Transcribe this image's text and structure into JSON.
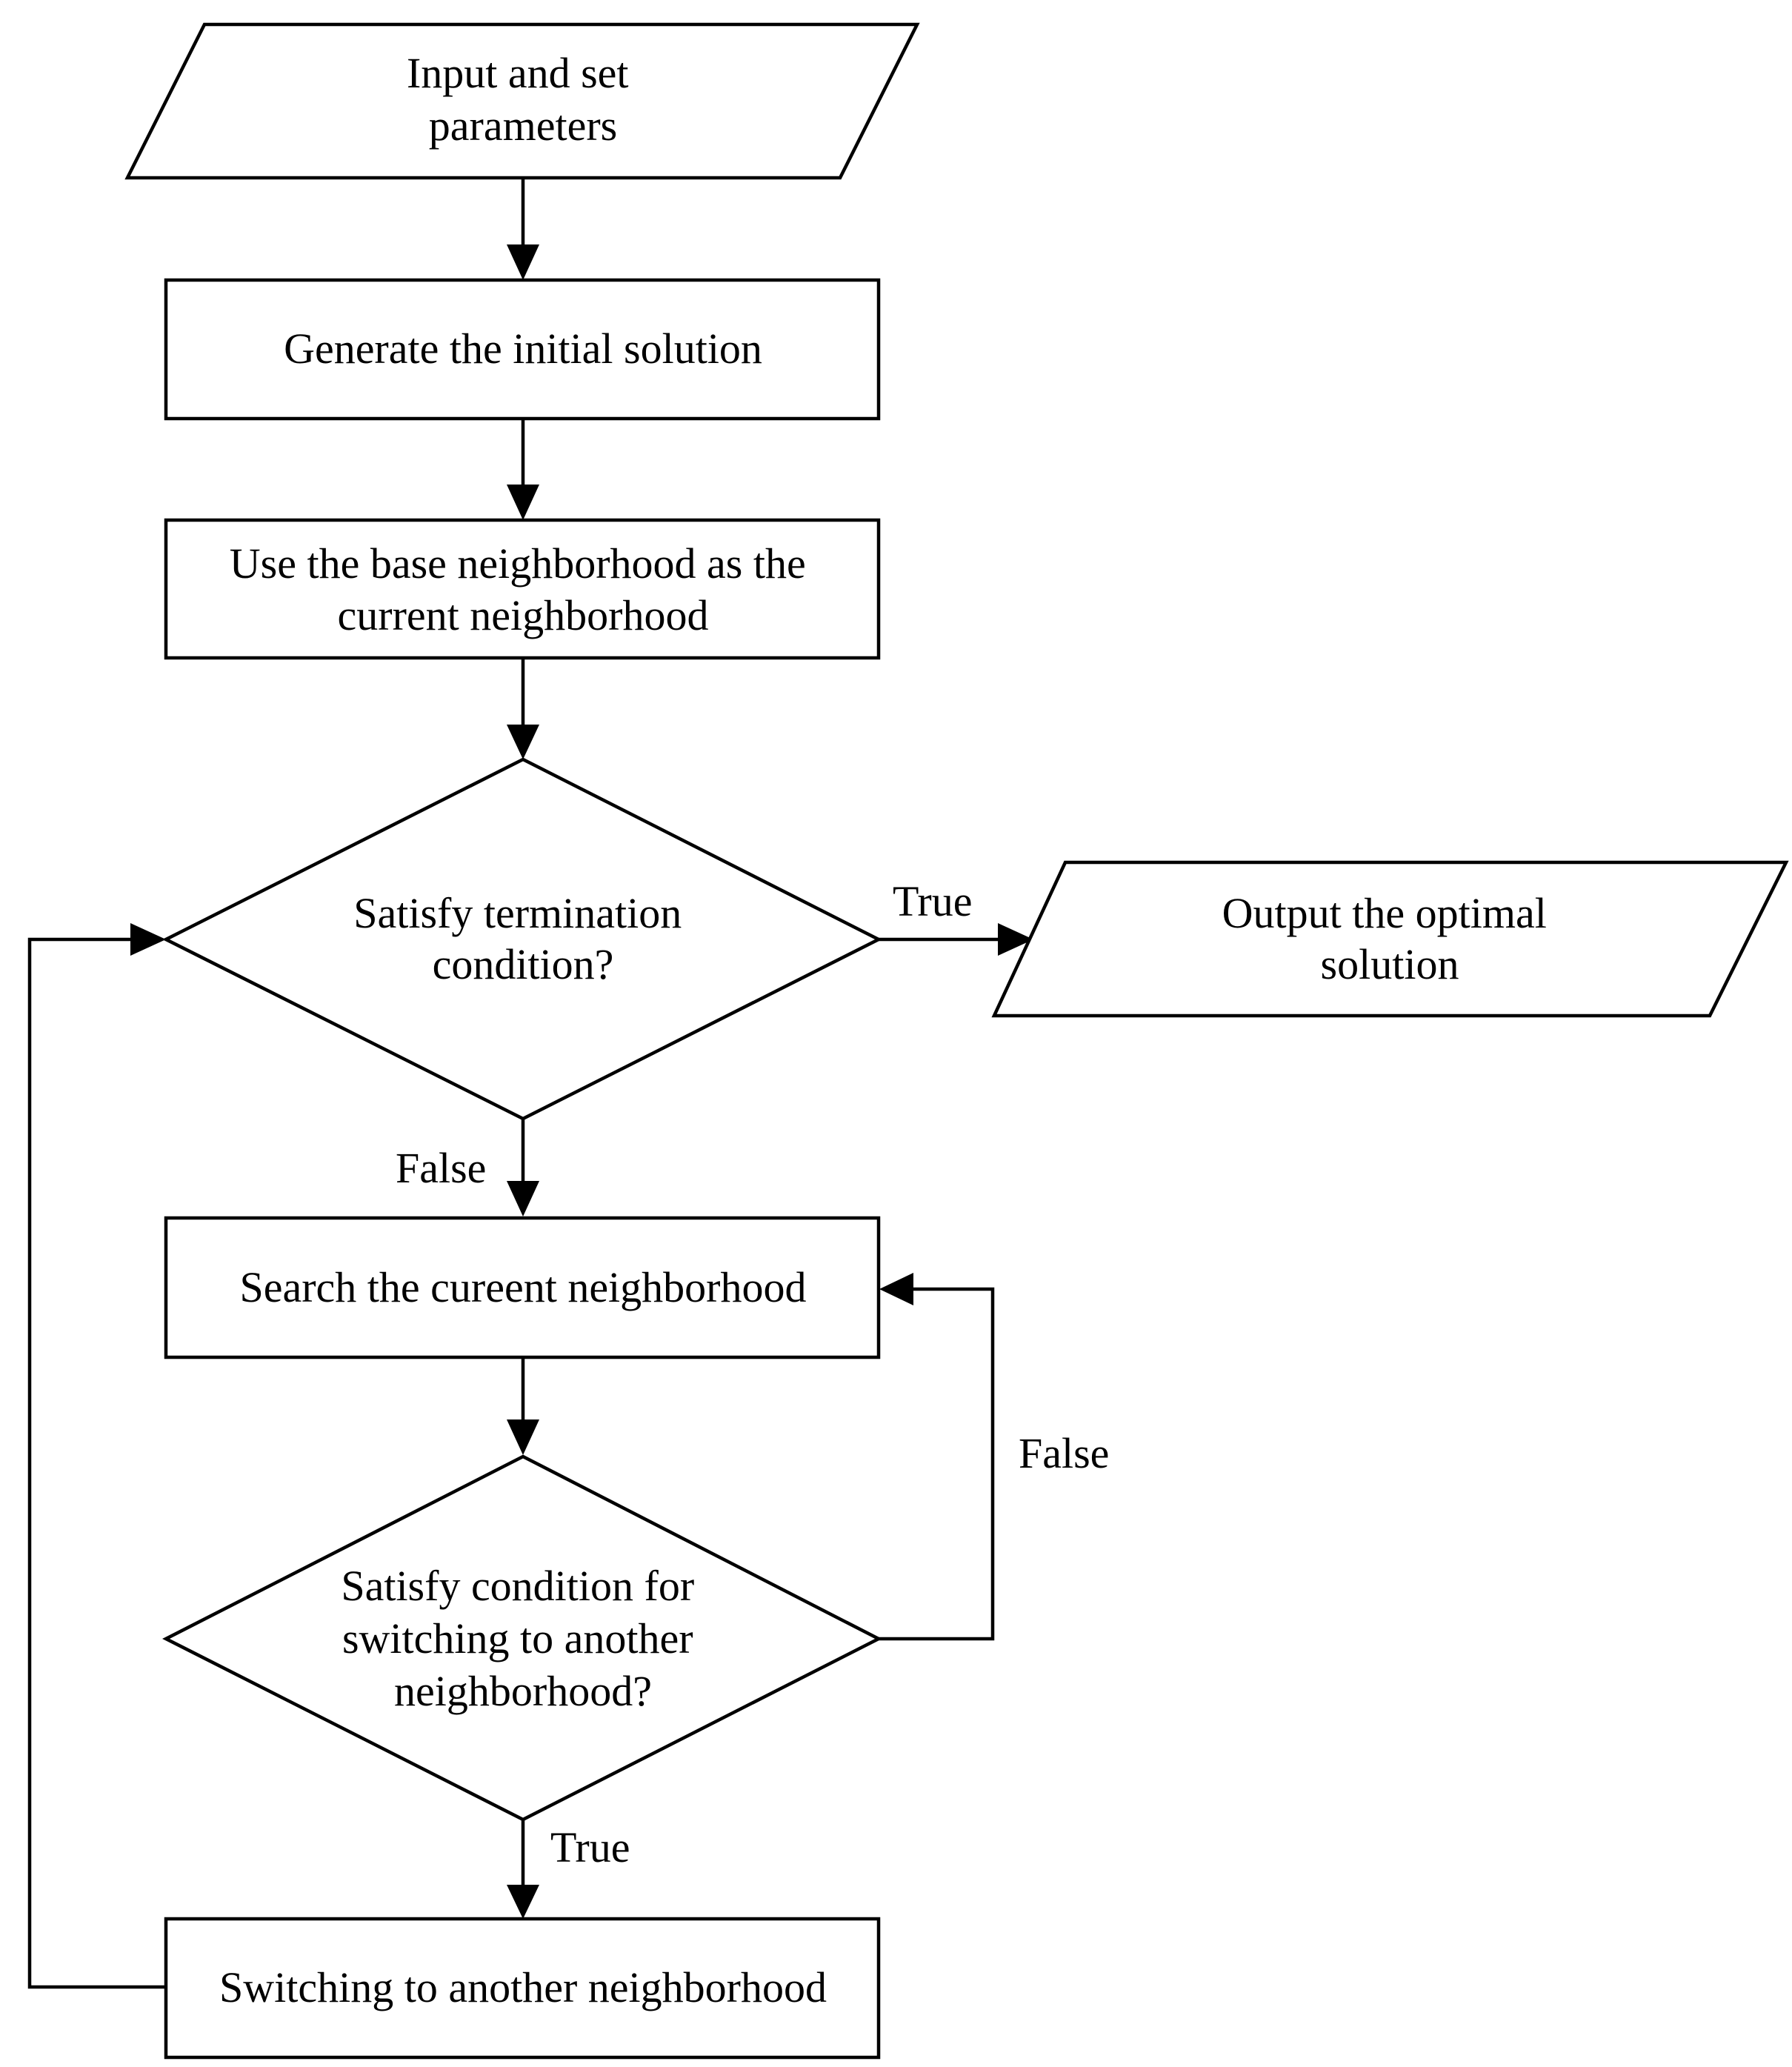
{
  "nodes": {
    "input": {
      "lines": [
        "Input and set",
        "parameters"
      ]
    },
    "generate": {
      "lines": [
        "Generate the initial solution"
      ]
    },
    "base_neighborhood": {
      "lines": [
        "Use the base neighborhood as the",
        "current neighborhood"
      ]
    },
    "termination_check": {
      "lines": [
        "Satisfy termination",
        "condition?"
      ]
    },
    "output": {
      "lines": [
        "Output the optimal",
        "solution"
      ]
    },
    "search": {
      "lines": [
        "Search the cureent neighborhood"
      ]
    },
    "switch_check": {
      "lines": [
        "Satisfy condition for",
        "switching to another",
        "neighborhood?"
      ]
    },
    "switching": {
      "lines": [
        "Switching to another neighborhood"
      ]
    }
  },
  "edge_labels": {
    "termination_true": "True",
    "termination_false": "False",
    "switch_false": "False",
    "switch_true": "True"
  }
}
